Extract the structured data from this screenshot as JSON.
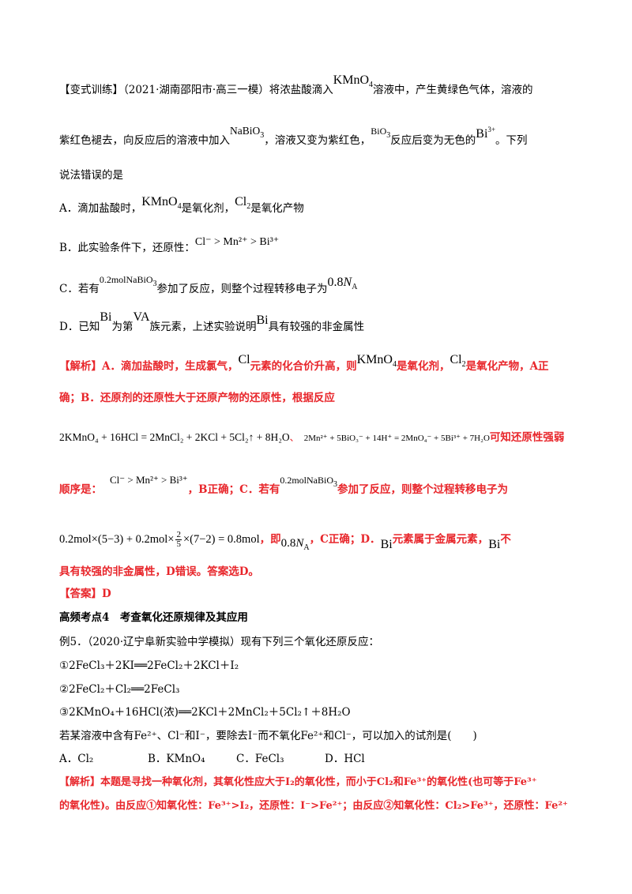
{
  "p1": {
    "line1_a": "【变式训练】（2021·湖南邵阳市·高三一模）将浓盐酸滴入",
    "line1_f": "KMnO",
    "line1_f_sub": "4",
    "line1_b": "溶液中，产生黄绿色气体，溶液的",
    "line2_a": "紫红色褪去，向反应后的溶液中加入",
    "line2_f": "NaBiO",
    "line2_f_sub": "3",
    "line2_b": "，溶液又变为紫红色，",
    "line2_f2": "BiO",
    "line2_f2_sub": "3",
    "line2_c": "反应后变为无色的",
    "line2_f3": "Bi",
    "line2_f3_sup": "3+",
    "line2_d": "。下列",
    "line3": "说法错误的是"
  },
  "optA": {
    "a": "A．滴加盐酸时，",
    "f1": "KMnO",
    "f1_sub": "4",
    "b": "是氧化剂，",
    "f2": "Cl",
    "f2_sub": "2",
    "c": "是氧化产物"
  },
  "optB": {
    "a": "B．此实验条件下，还原性：",
    "f": "Cl⁻ > Mn²⁺ > Bi³⁺"
  },
  "optC": {
    "a": "C．若有",
    "f1": "0.2molNaBiO",
    "f1_sub": "3",
    "b": "参加了反应，则整个过程转移电子为",
    "f2": "0.8",
    "f2_i": "N",
    "f2_sub": "A"
  },
  "optD": {
    "a": "D．已知",
    "f1": "Bi",
    "b": "为第",
    "f2": "VA",
    "c": "族元素，上述实验说明",
    "f3": "Bi",
    "d": "具有较强的非金属性"
  },
  "analysis": {
    "l1_a": "【解析】A．滴加盐酸时，生成氯气，",
    "l1_f1": "Cl",
    "l1_b": "元素的化合价升高，则",
    "l1_f2": "KMnO",
    "l1_f2_sub": "4",
    "l1_c": "是氧化剂，",
    "l1_f3": "Cl",
    "l1_f3_sub": "2",
    "l1_d": "是氧化产物，A正",
    "l2": "确；B．还原剂的还原性大于还原产物的还原性，根据反应",
    "l3_eq1": "2KMnO₄ + 16HCl = 2MnCl₂ + 2KCl + 5Cl₂↑ + 8H₂O",
    "l3_sep": "、",
    "l3_eq2": "2Mn²⁺ + 5BiO₃⁻ + 14H⁺ = 2MnO₄⁻ + 5Bi³⁺ + 7H₂O",
    "l3_b": "可知还原性强弱",
    "l4_a": "顺序是：",
    "l4_f": "Cl⁻ > Mn²⁺ > Bi³⁺",
    "l4_b": "，B正确；C．若有",
    "l4_f2": "0.2molNaBiO",
    "l4_f2_sub": "3",
    "l4_c": "参加了反应，则整个过程转移电子为",
    "l5_f1": "0.2mol×(5−3) + 0.2mol×",
    "l5_num": "2",
    "l5_den": "5",
    "l5_f2": "×(7−2) = 0.8mol",
    "l5_a": "，即",
    "l5_f3": "0.8",
    "l5_f3_i": "N",
    "l5_f3_sub": "A",
    "l5_b": "，C正确；D．",
    "l5_f4": "Bi",
    "l5_c": "元素属于金属元素，",
    "l5_f5": "Bi",
    "l5_d": "不",
    "l6": "具有较强的非金属性，D错误。答案选D。"
  },
  "answer": "【答案】D",
  "heading": "高频考点4　考查氧化还原规律及其应用",
  "ex5": {
    "intro": "例5．（2020·辽宁阜新实验中学模拟）现有下列三个氧化还原反应：",
    "r1": "①2FeCl₃＋2KI══2FeCl₂＋2KCl＋I₂",
    "r2": "②2FeCl₂＋Cl₂══2FeCl₃",
    "r3": "③2KMnO₄＋16HCl(浓)══2KCl＋2MnCl₂＋5Cl₂↑＋8H₂O",
    "question": "若某溶液中含有Fe²⁺、Cl⁻和I⁻，要除去I⁻而不氧化Fe²⁺和Cl⁻，可以加入的试剂是(　　)",
    "options": [
      "A．Cl₂",
      "B．KMnO₄",
      "C．FeCl₃",
      "D．HCl"
    ]
  },
  "analysis2": {
    "l1": "【解析】本题是寻找一种氧化剂，其氧化性应大于I₂的氧化性，而小于Cl₂和Fe³⁺的氧化性(也可等于Fe³⁺",
    "l2": "的氧化性)。由反应①知氧化性：Fe³⁺>I₂，还原性：I⁻>Fe²⁺；由反应②知氧化性：Cl₂>Fe³⁺，还原性：Fe²⁺"
  }
}
